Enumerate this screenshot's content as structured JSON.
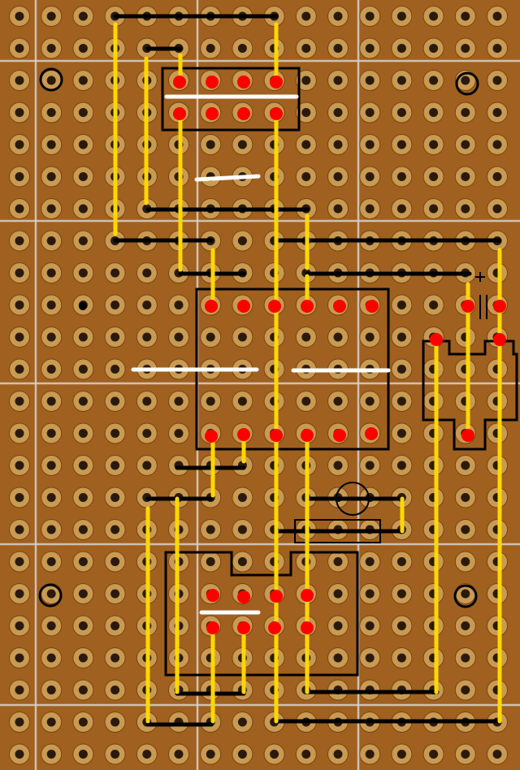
{
  "board": {
    "title": "",
    "colors": {
      "board": "#a0601f",
      "board_dark": "#7a4414",
      "pad": "#c99a52",
      "pad_ring": "#e0b873",
      "hole": "#2a1a0c",
      "grid_line": "#d8d2cc",
      "trace": "#000000",
      "jumper": "#ffd700",
      "component_pin": "#ff0000",
      "component_outline": "#000000",
      "cut": "#ffffff"
    },
    "components": [
      {
        "name": "ic-socket-top",
        "type": "ic",
        "pins": 8
      },
      {
        "name": "ic-main",
        "type": "ic",
        "pins": 12
      },
      {
        "name": "ic-bottom",
        "type": "ic",
        "pins": 8
      },
      {
        "name": "voltage-regulator",
        "type": "regulator",
        "pins": 3
      },
      {
        "name": "electrolytic-capacitor",
        "type": "capacitor",
        "polarity_mark": "+"
      },
      {
        "name": "crystal",
        "type": "crystal"
      },
      {
        "name": "resistor",
        "type": "resistor"
      }
    ],
    "mounting_holes": 4
  }
}
